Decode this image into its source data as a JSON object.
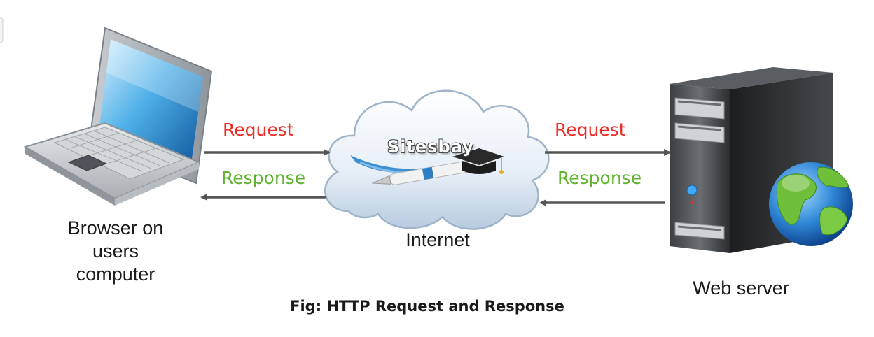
{
  "nodes": {
    "client": {
      "line1": "Browser on",
      "line2": "users",
      "line3": "computer",
      "icon": "laptop-icon"
    },
    "internet": {
      "label": "Internet",
      "logo_text": "Sitesbay",
      "icon": "cloud-icon"
    },
    "server": {
      "label": "Web server",
      "icon": "server-icon"
    }
  },
  "edges": {
    "left_request": "Request",
    "left_response": "Response",
    "right_request": "Request",
    "right_response": "Response"
  },
  "caption": "Fig: HTTP Request and Response",
  "colors": {
    "request": "#ee2b24",
    "response": "#5fb32e",
    "arrow": "#555555",
    "cloud": "#b8cbe0"
  }
}
